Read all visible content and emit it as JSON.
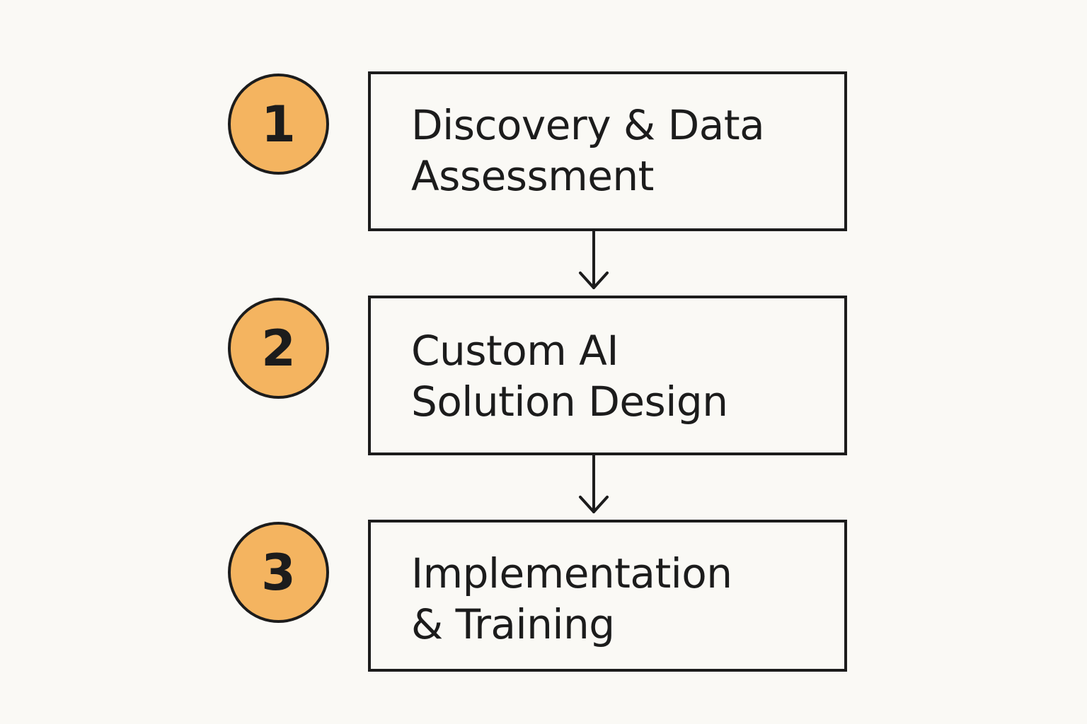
{
  "colors": {
    "background": "#faf9f5",
    "badge_fill": "#f4b460",
    "ink": "#1c1c1c"
  },
  "steps": [
    {
      "number": "1",
      "label": "Discovery & Data\nAssessment"
    },
    {
      "number": "2",
      "label": "Custom AI\nSolution Design"
    },
    {
      "number": "3",
      "label": "Implementation\n& Training"
    }
  ],
  "connectors": [
    {
      "icon": "arrow-down-icon"
    },
    {
      "icon": "arrow-down-icon"
    }
  ]
}
